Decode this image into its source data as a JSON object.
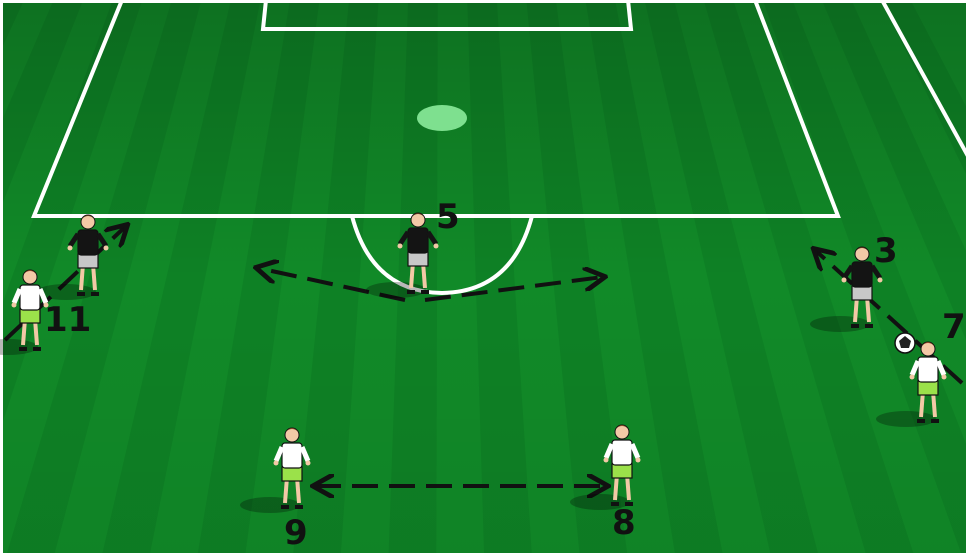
{
  "players": [
    {
      "id": "p5",
      "number": "5",
      "team": "defender"
    },
    {
      "id": "p3",
      "number": "3",
      "team": "defender"
    },
    {
      "id": "p-left-def",
      "number": "",
      "team": "defender"
    },
    {
      "id": "p11",
      "number": "11",
      "team": "attacker"
    },
    {
      "id": "p7",
      "number": "7",
      "team": "attacker"
    },
    {
      "id": "p9",
      "number": "9",
      "team": "attacker"
    },
    {
      "id": "p8",
      "number": "8",
      "team": "attacker"
    }
  ],
  "colors": {
    "grass_light": "#1a9a2e",
    "grass_dark": "#0d7a22",
    "lines": "#ffffff",
    "attacker_shirt": "#ffffff",
    "attacker_shorts": "#9be14a",
    "defender_shirt": "#141414",
    "defender_shorts": "#c8c8c8",
    "movement_arrows": "#111111"
  }
}
